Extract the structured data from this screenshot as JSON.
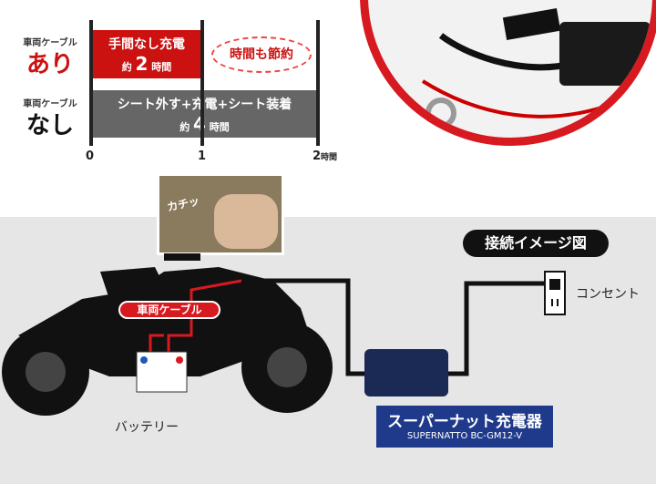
{
  "comparison": {
    "with_cable": {
      "caption": "車両ケーブル",
      "label": "あり",
      "bar_title": "手間なし充電",
      "approx": "約",
      "hours": "2",
      "unit": "時間",
      "callout": "時間も節約"
    },
    "without_cable": {
      "caption": "車両ケーブル",
      "label": "なし",
      "bar_title": "シート外す+充電+シート装着",
      "approx": "約",
      "hours": "4",
      "unit": "時間"
    },
    "axis": {
      "ticks": [
        "0",
        "1",
        "2"
      ],
      "unit": "時間"
    },
    "colors": {
      "with": "#cc1111",
      "without": "#666666"
    }
  },
  "photo_inset": {
    "caption": "カチッ"
  },
  "diagram": {
    "title": "接続イメージ図",
    "vehicle_cable_label": "車両ケーブル",
    "battery_label": "バッテリー",
    "outlet_label": "コンセント",
    "charger": {
      "name": "スーパーナット充電器",
      "model": "SUPERNATTO BC-GM12-V"
    }
  }
}
